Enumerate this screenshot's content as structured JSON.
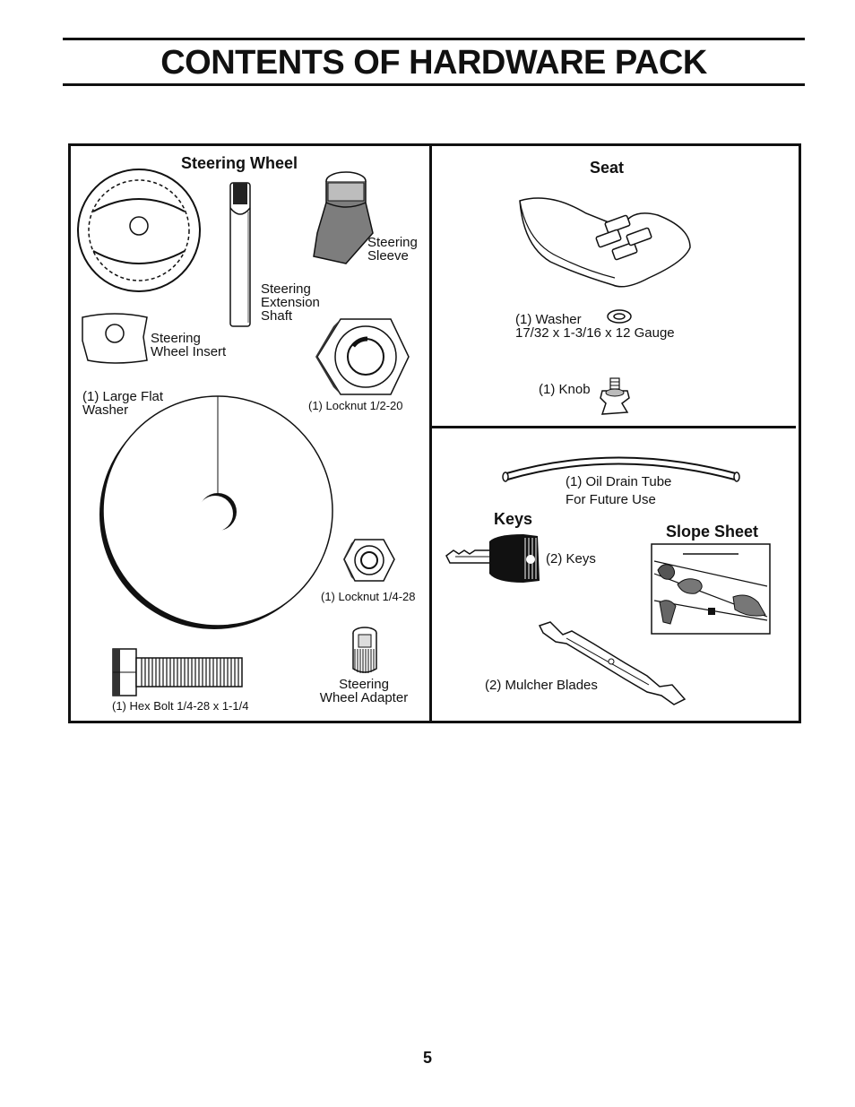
{
  "page": {
    "title": "CONTENTS OF HARDWARE PACK",
    "page_number": "5"
  },
  "steering": {
    "heading": "Steering Wheel",
    "sleeve": "Steering\nSleeve",
    "shaft": "Steering\nExtension\nShaft",
    "insert": "Steering\nWheel Insert",
    "large_washer": "(1) Large Flat\nWasher",
    "locknut_half": "(1) Locknut  1/2-20",
    "locknut_quarter": "(1) Locknut  1/4-28",
    "adapter": "Steering\nWheel Adapter",
    "hex_bolt": "(1) Hex Bolt  1/4-28 x 1-1/4"
  },
  "seat": {
    "heading": "Seat",
    "washer": "(1) Washer\n17/32 x 1-3/16 x 12 Gauge",
    "knob": "(1) Knob"
  },
  "misc": {
    "oil_tube": "(1) Oil Drain Tube",
    "oil_tube_note": "For Future Use",
    "keys_heading": "Keys",
    "keys_label": "(2) Keys",
    "slope_heading": "Slope Sheet",
    "blades": "(2) Mulcher Blades"
  },
  "icons": [
    "steering-wheel-icon",
    "extension-shaft-icon",
    "steering-sleeve-icon",
    "wheel-insert-icon",
    "locknut-large-icon",
    "large-flat-washer-icon",
    "locknut-small-icon",
    "hex-bolt-icon",
    "wheel-adapter-icon",
    "seat-icon",
    "washer-icon",
    "knob-icon",
    "oil-drain-tube-icon",
    "key-icon",
    "slope-sheet-icon",
    "mulcher-blade-icon"
  ]
}
